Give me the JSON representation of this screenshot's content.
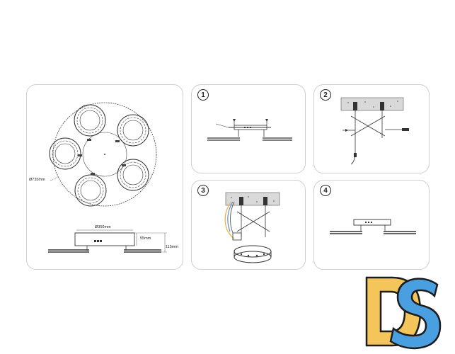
{
  "steps": [
    {
      "number": "1"
    },
    {
      "number": "2"
    },
    {
      "number": "3"
    },
    {
      "number": "4"
    }
  ],
  "dimensions": {
    "outer_diameter": "Ø735mm",
    "base_diameter": "Ø350mm",
    "base_height": "55mm",
    "total_height": "115mm"
  },
  "colors": {
    "line": "#333333",
    "logo_blue": "#4a9fe0",
    "logo_yellow": "#f3c55b",
    "logo_outline": "#1c1c1c"
  }
}
